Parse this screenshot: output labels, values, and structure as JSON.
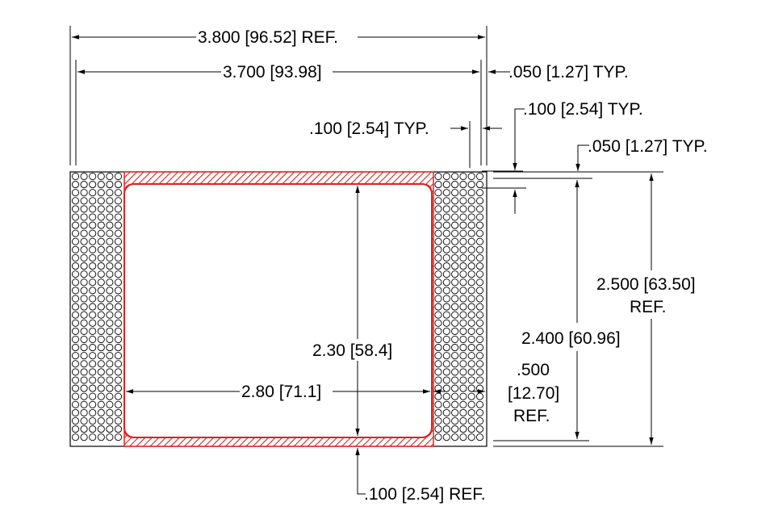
{
  "dimensions": {
    "overall_width": "3.800 [96.52] REF.",
    "inner_width": "3.700 [93.98]",
    "edge_offset_typ": ".050 [1.27] TYP.",
    "pitch_typ_left": ".100 [2.54] TYP.",
    "pitch_typ_right": ".100 [2.54] TYP.",
    "edge_offset_typ_vertical": ".050 [1.27] TYP.",
    "overall_height_line1": "2.500 [63.50]",
    "overall_height_line2": "REF.",
    "inner_height": "2.400 [60.96]",
    "cutout_height": "2.30 [58.4]",
    "cutout_width": "2.80 [71.1]",
    "grid_width_line1": ".500",
    "grid_width_line2": "[12.70]",
    "grid_width_line3": "REF.",
    "border_ref": ".100 [2.54] REF."
  },
  "colors": {
    "hatch": "#e02020",
    "line": "#000000"
  }
}
